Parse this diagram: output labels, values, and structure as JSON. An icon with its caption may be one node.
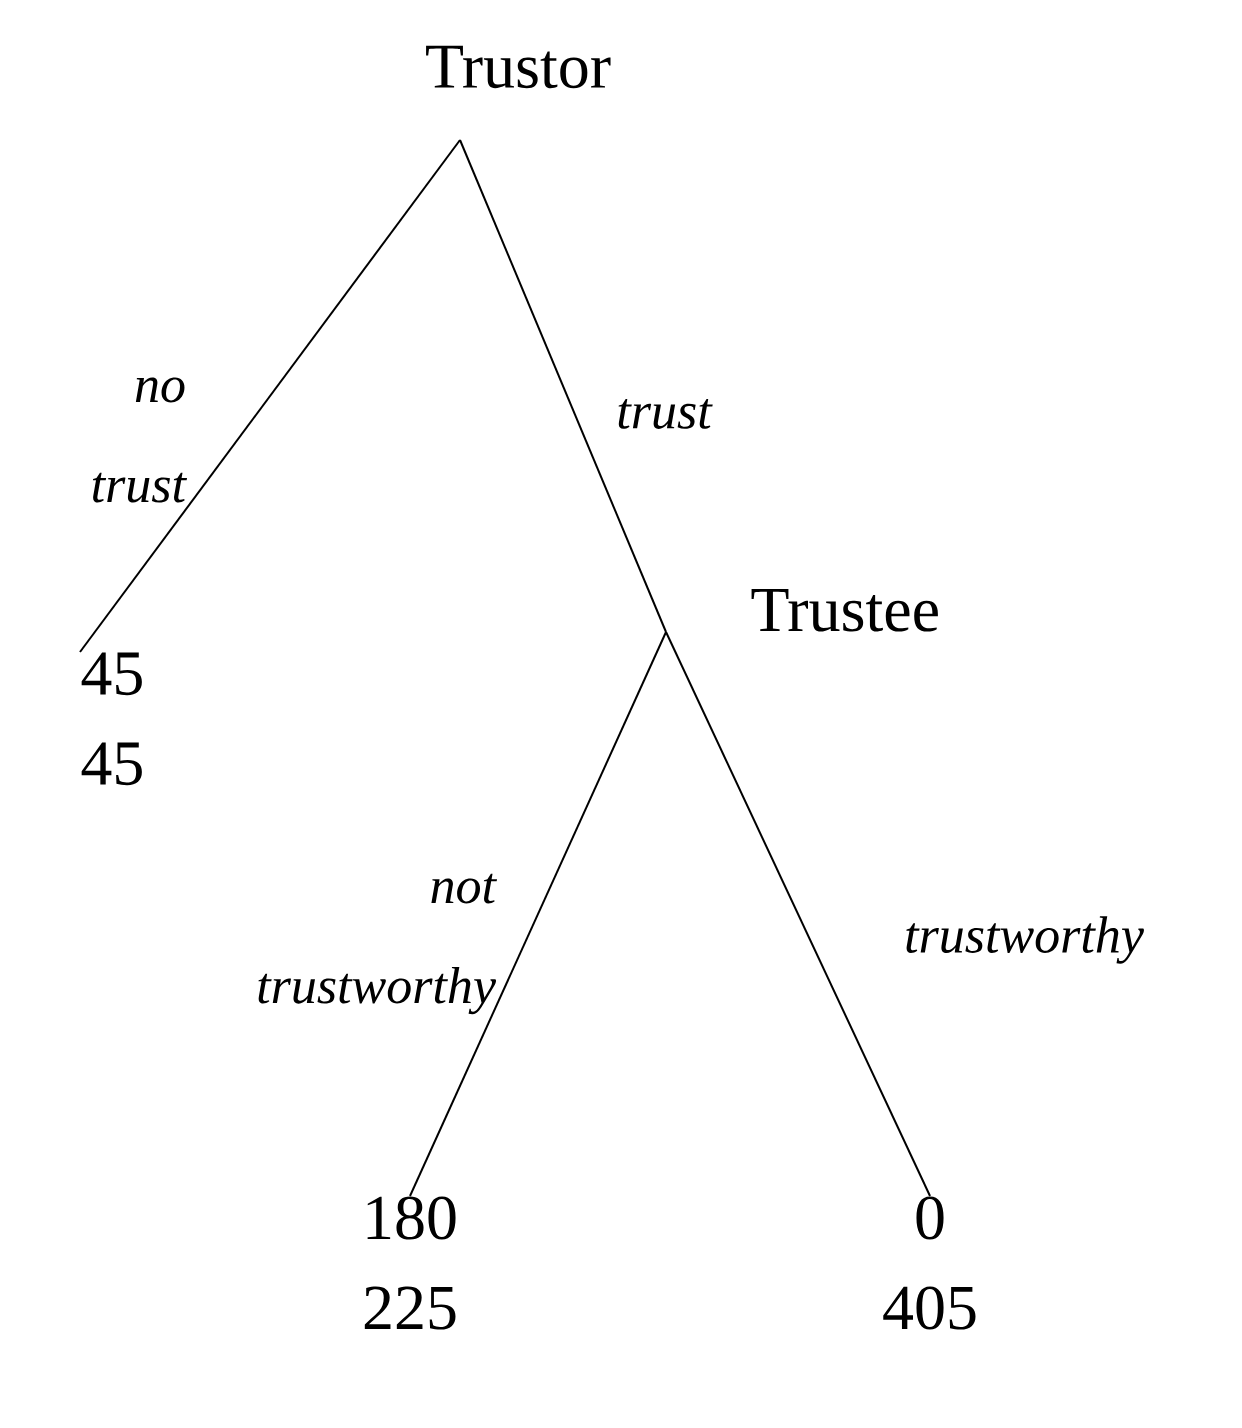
{
  "diagram": {
    "nodes": [
      {
        "text": [
          "Trustor"
        ]
      },
      {
        "text": [
          "45",
          "45"
        ]
      },
      {
        "text": [
          "Trustee"
        ]
      },
      {
        "text": [
          "180",
          "225"
        ]
      },
      {
        "text": [
          "0",
          "405"
        ]
      }
    ],
    "edges": [
      {
        "from": 0,
        "to": 1,
        "arrow": "none",
        "label": "no trust"
      },
      {
        "from": 0,
        "to": 2,
        "arrow": "none",
        "label": "trust"
      },
      {
        "from": 2,
        "to": 3,
        "arrow": "none",
        "label": "not trustworthy"
      },
      {
        "from": 2,
        "to": 4,
        "arrow": "none",
        "label": "trustworthy"
      }
    ]
  }
}
